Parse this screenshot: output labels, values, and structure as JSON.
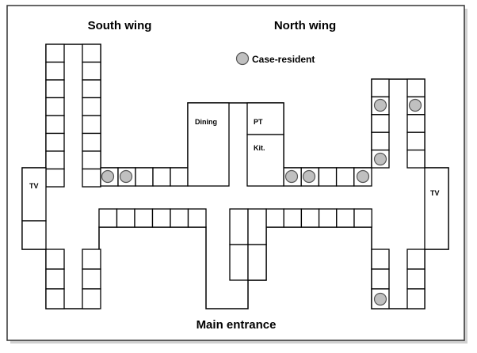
{
  "labels": {
    "south_wing": "South wing",
    "north_wing": "North wing",
    "legend": "Case-resident",
    "dining": "Dining",
    "pt": "PT",
    "kitchen": "Kit.",
    "tv_left": "TV",
    "tv_right": "TV",
    "main_entrance": "Main entrance"
  },
  "colors": {
    "line": "#000000",
    "resident_fill": "#c0c0c0",
    "resident_stroke": "#555555",
    "background": "#ffffff"
  }
}
